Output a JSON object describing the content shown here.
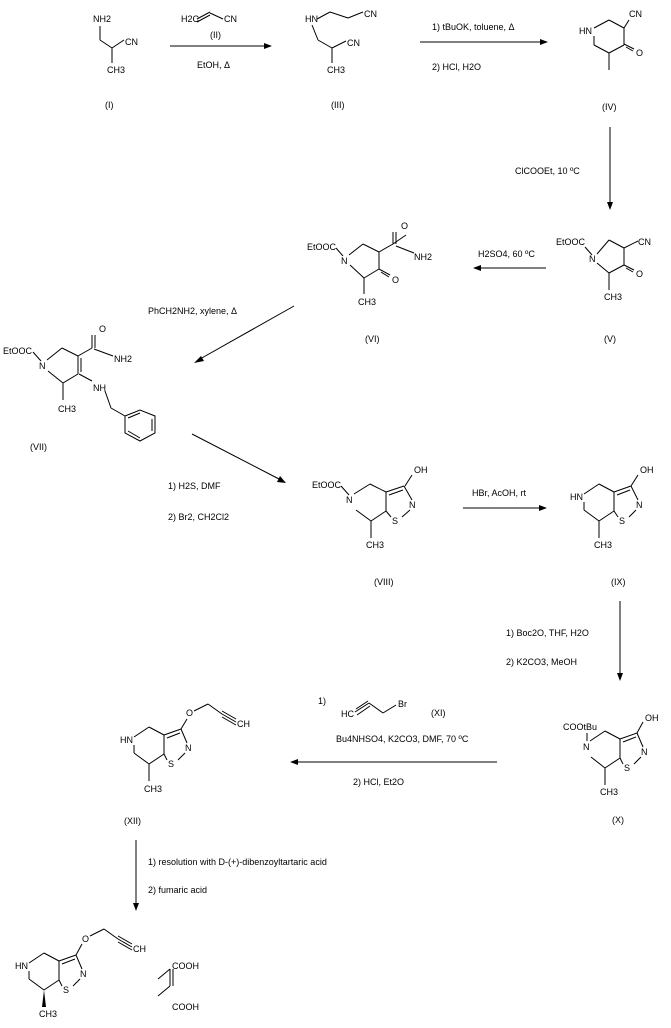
{
  "title": "Reaction scheme",
  "compounds": {
    "I": {
      "label": "(I)",
      "nh2": "NH2",
      "cn": "CN",
      "ch3": "CH3"
    },
    "II": {
      "label": "(II)",
      "cn": "CN",
      "h2c": "H2C"
    },
    "III": {
      "label": "(III)",
      "hn": "HN",
      "cn1": "CN",
      "cn2": "CN",
      "ch3": "CH3"
    },
    "IV": {
      "label": "(IV)",
      "hn": "HN",
      "cn": "CN",
      "o": "O"
    },
    "V": {
      "label": "(V)",
      "etooc": "EtOOC",
      "n": "N",
      "cn": "CN",
      "o": "O",
      "ch3": "CH3"
    },
    "VI": {
      "label": "(VI)",
      "etooc": "EtOOC",
      "n": "N",
      "o1": "O",
      "nh2": "NH2",
      "o2": "O",
      "ch3": "CH3"
    },
    "VII": {
      "label": "(VII)",
      "etooc": "EtOOC",
      "n": "N",
      "o": "O",
      "nh2": "NH2",
      "nh": "NH",
      "ch3": "CH3"
    },
    "VIII": {
      "label": "(VIII)",
      "etooc": "EtOOC",
      "n": "N",
      "oh": "OH",
      "n2": "N",
      "s": "S",
      "ch3": "CH3"
    },
    "IX": {
      "label": "(IX)",
      "hn": "HN",
      "oh": "OH",
      "n": "N",
      "s": "S",
      "ch3": "CH3"
    },
    "X": {
      "label": "(X)",
      "cootbu": "COOtBu",
      "n": "N",
      "oh": "OH",
      "n2": "N",
      "s": "S",
      "ch3": "CH3"
    },
    "XI": {
      "label": "(XI)",
      "br": "Br",
      "hc": "HC"
    },
    "XII": {
      "label": "(XII)",
      "hn": "HN",
      "o": "O",
      "ch": "CH",
      "n": "N",
      "s": "S",
      "ch3": "CH3"
    },
    "final": {
      "hn": "HN",
      "o": "O",
      "ch": "CH",
      "n": "N",
      "s": "S",
      "ch3": "CH3",
      "cooh1": "COOH",
      "cooh2": "COOH"
    }
  },
  "conditions": {
    "step1_reagent": "(II)",
    "step1_solvent": "EtOH, Δ",
    "step2_a": "1) tBuOK, toluene, Δ",
    "step2_b": "2) HCl, H2O",
    "step3": "ClCOOEt, 10 ºC",
    "step4": "H2SO4, 60 ºC",
    "step5": "PhCH2NH2, xylene, Δ",
    "step6_a": "1) H2S, DMF",
    "step6_b": "2) Br2, CH2Cl2",
    "step7": "HBr, AcOH, rt",
    "step8_a": "1) Boc2O, THF, H2O",
    "step8_b": "2) K2CO3, MeOH",
    "step9_num": "1)",
    "step9_reagent": "Bu4NHSO4, K2CO3, DMF, 70 ºC",
    "step9_b": "2) HCl, Et2O",
    "step10_a": "1) resolution with D-(+)-dibenzoyltartaric acid",
    "step10_b": "2) fumaric acid"
  }
}
